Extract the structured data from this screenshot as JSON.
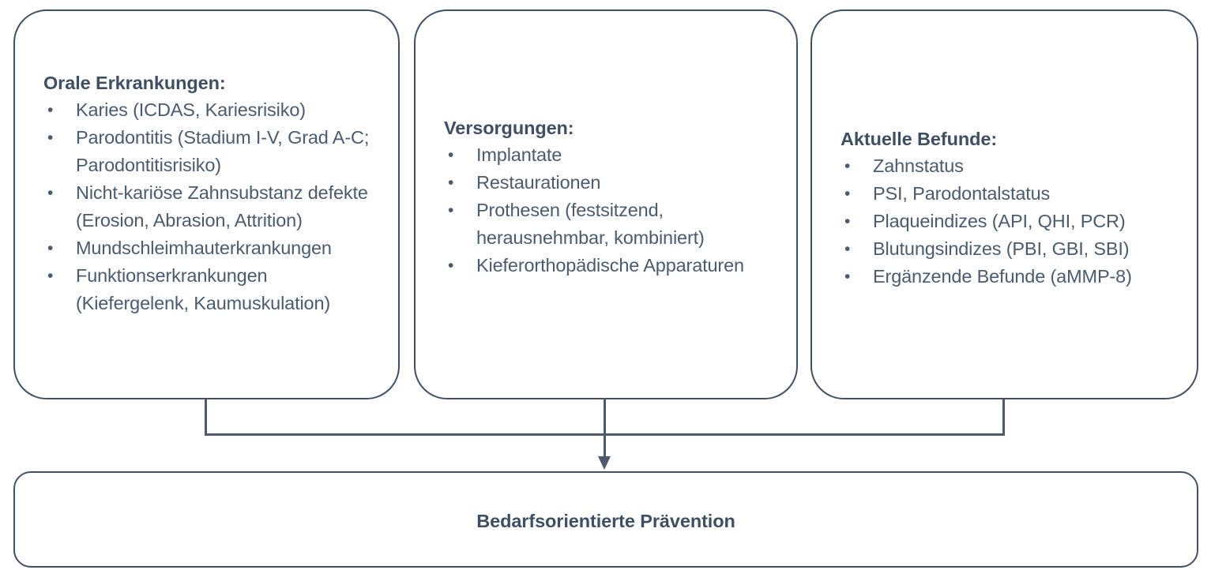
{
  "diagram": {
    "accent_color": "#415165",
    "text_color": "#4a5b6e",
    "heading_color": "#3f4f63",
    "background_color": "#ffffff",
    "columns": [
      {
        "id": "orale-erkrankungen",
        "title": "Orale Erkrankungen:",
        "items": [
          "Karies (ICDAS, Kariesrisiko)",
          "Parodontitis (Stadium I-V, Grad A-C; Parodontitisrisiko)",
          "Nicht-kariöse Zahnsubstanz defekte (Erosion, Abrasion, Attrition)",
          "Mundschleimhauterkrankungen",
          "Funktionserkrankungen (Kiefergelenk, Kaumuskulation)"
        ]
      },
      {
        "id": "versorgungen",
        "title": "Versorgungen:",
        "items": [
          "Implantate",
          "Restaurationen",
          "Prothesen (festsitzend, herausnehmbar, kombiniert)",
          "Kieferorthopädische Apparaturen"
        ]
      },
      {
        "id": "aktuelle-befunde",
        "title": "Aktuelle Befunde:",
        "items": [
          "Zahnstatus",
          "PSI, Parodontalstatus",
          "Plaqueindizes (API, QHI, PCR)",
          "Blutungsindizes (PBI, GBI, SBI)",
          "Ergänzende Befunde (aMMP-8)"
        ]
      }
    ],
    "outcome": {
      "id": "bedarfsorientierte-praevention",
      "label": "Bedarfsorientierte Prävention"
    },
    "connector": {
      "type": "merge-arrow",
      "from": [
        "orale-erkrankungen",
        "versorgungen",
        "aktuelle-befunde"
      ],
      "to": "bedarfsorientierte-praevention",
      "arrow_glyph": "downward-arrow"
    }
  }
}
